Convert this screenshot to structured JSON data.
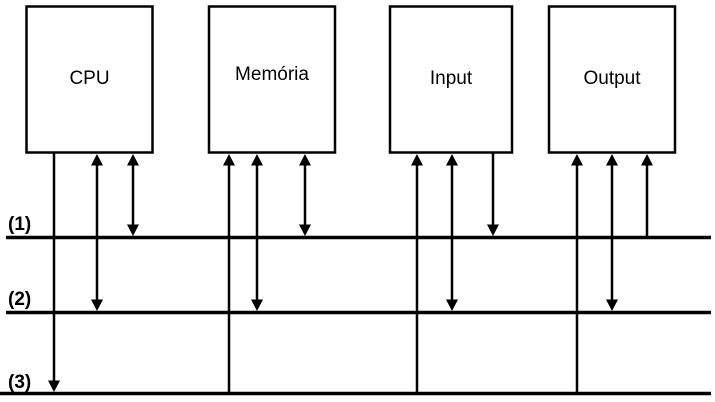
{
  "figure": {
    "type": "bus-architecture-diagram",
    "background_color": "#ffffff",
    "line_color": "#000000",
    "text_color": "#000000"
  },
  "nodes": [
    {
      "id": "cpu",
      "label": "CPU"
    },
    {
      "id": "memoria",
      "label": "Memória"
    },
    {
      "id": "input",
      "label": "Input"
    },
    {
      "id": "output",
      "label": "Output"
    }
  ],
  "buses": [
    {
      "id": "bus-1",
      "label": "(1)"
    },
    {
      "id": "bus-2",
      "label": "(2)"
    },
    {
      "id": "bus-3",
      "label": "(3)"
    }
  ],
  "connections": [
    {
      "from": "cpu",
      "to": "bus-3",
      "direction": "to-bus"
    },
    {
      "from": "cpu",
      "to": "bus-2",
      "direction": "both"
    },
    {
      "from": "cpu",
      "to": "bus-1",
      "direction": "both"
    },
    {
      "from": "memoria",
      "to": "bus-3",
      "direction": "to-node"
    },
    {
      "from": "memoria",
      "to": "bus-2",
      "direction": "both"
    },
    {
      "from": "memoria",
      "to": "bus-1",
      "direction": "both"
    },
    {
      "from": "input",
      "to": "bus-3",
      "direction": "to-node"
    },
    {
      "from": "input",
      "to": "bus-2",
      "direction": "both"
    },
    {
      "from": "input",
      "to": "bus-1",
      "direction": "to-bus"
    },
    {
      "from": "output",
      "to": "bus-3",
      "direction": "to-node"
    },
    {
      "from": "output",
      "to": "bus-2",
      "direction": "both"
    },
    {
      "from": "output",
      "to": "bus-1",
      "direction": "to-node"
    }
  ]
}
